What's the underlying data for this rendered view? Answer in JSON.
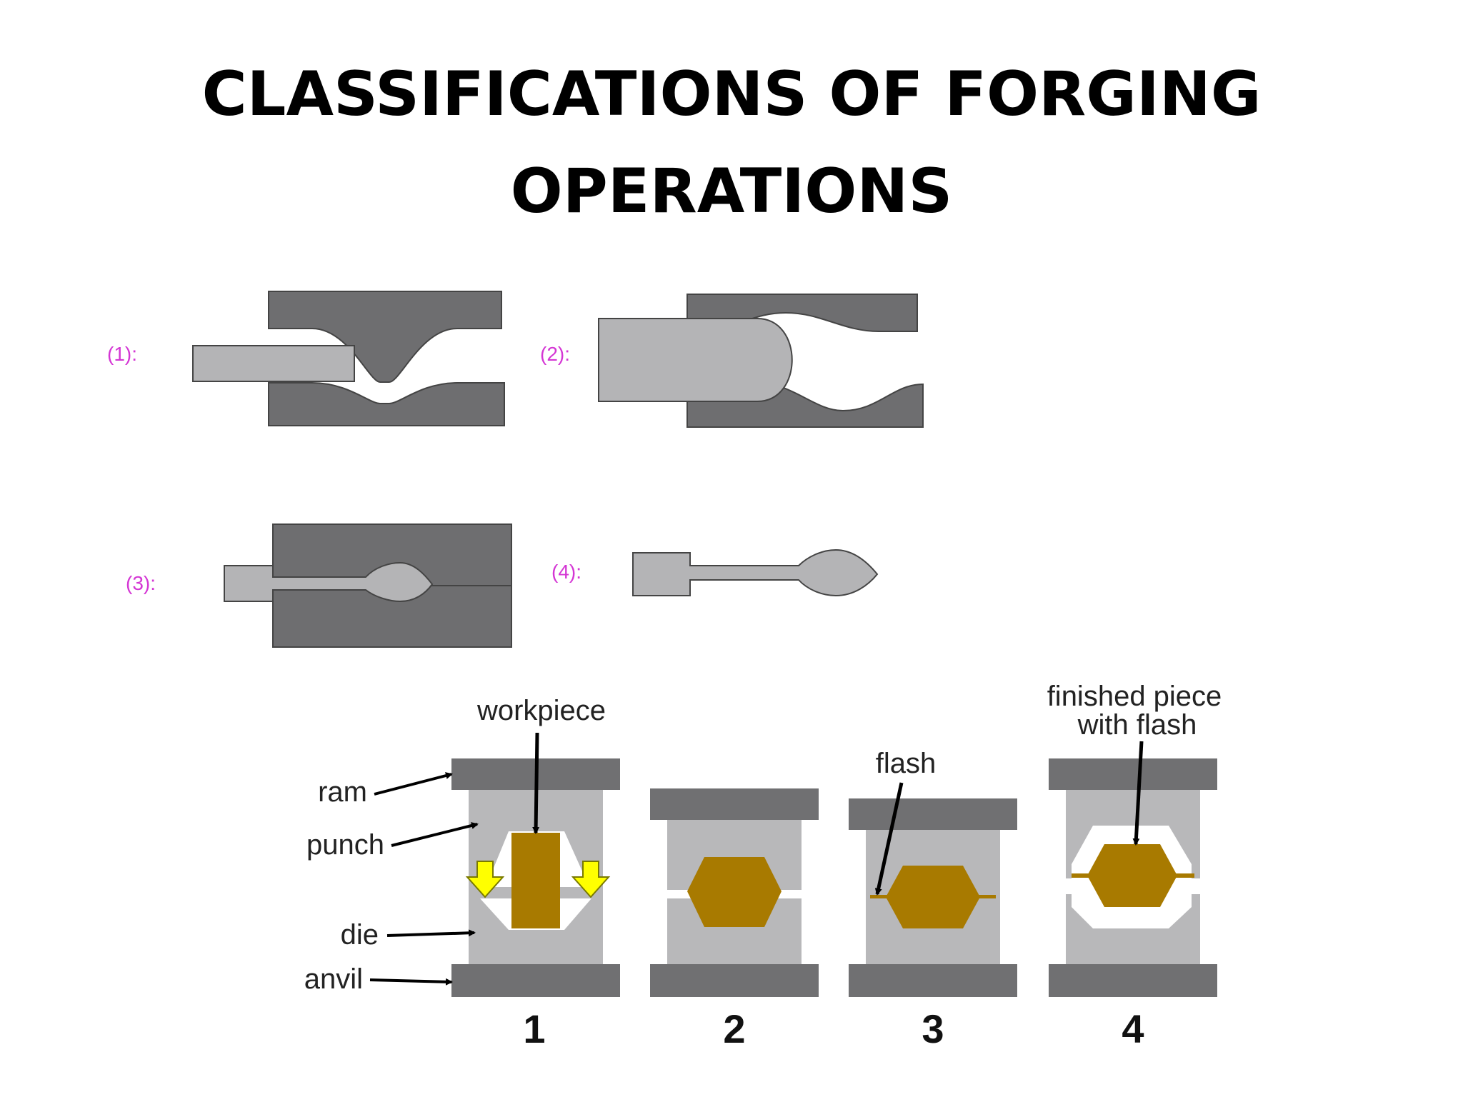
{
  "title": {
    "line1": "CLASSIFICATIONS OF FORGING",
    "line2": "OPERATIONS"
  },
  "top_diagram": {
    "labels": [
      "(1):",
      "(2):",
      "(3):",
      "(4):"
    ]
  },
  "bottom_diagram": {
    "part_labels": {
      "workpiece": "workpiece",
      "ram": "ram",
      "punch": "punch",
      "die": "die",
      "anvil": "anvil",
      "flash": "flash",
      "finished_line1": "finished piece",
      "finished_line2": "with flash"
    },
    "steps": [
      "1",
      "2",
      "3",
      "4"
    ]
  },
  "colors": {
    "die_dark": "#6e6e70",
    "workpiece_light": "#b4b4b6",
    "label_magenta": "#d436d4",
    "ram_dark": "#707072",
    "punch_light": "#b8b8ba",
    "gold": "#a87a00",
    "arrow_yellow": "#ffff00"
  }
}
